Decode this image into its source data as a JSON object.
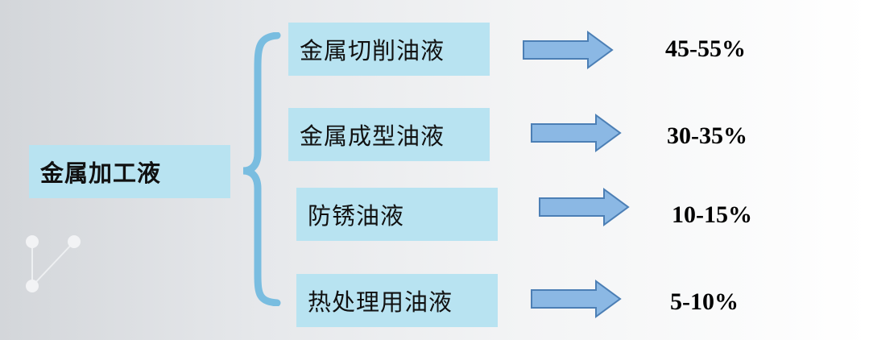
{
  "root": {
    "label": "金属加工液"
  },
  "branches": [
    {
      "label": "金属切削油液",
      "share": "45-55%"
    },
    {
      "label": "金属成型油液",
      "share": "30-35%"
    },
    {
      "label": "防锈油液",
      "share": "10-15%"
    },
    {
      "label": "热处理用油液",
      "share": "5-10%"
    }
  ],
  "colors": {
    "box_fill": "#b8e3f1",
    "brace": "#79bde0",
    "arrow_fill": "#8bb8e4",
    "arrow_stroke": "#4c7fb5"
  }
}
